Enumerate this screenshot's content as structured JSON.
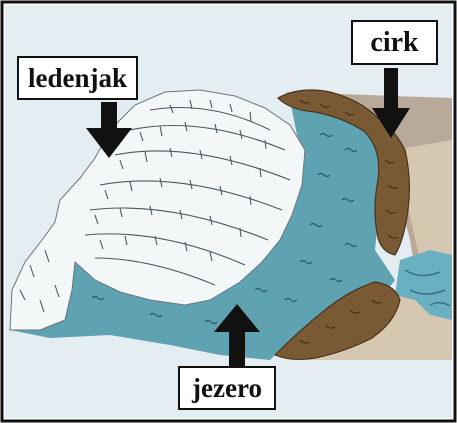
{
  "labels": {
    "glacier": "ledenjak",
    "cirque": "cirk",
    "lake": "jezero"
  },
  "icons": {
    "pointer": "arrow-icon"
  },
  "colors": {
    "sky": "#dfe8ee",
    "water": "#5d9fae",
    "water_dark": "#3f7e8f",
    "glacier": "#f3f6f7",
    "glacier_lines": "#55616a",
    "rock": "#7a5a34",
    "rock_dark": "#4e3820",
    "ground": "#d9cbb6",
    "border": "#111111"
  }
}
